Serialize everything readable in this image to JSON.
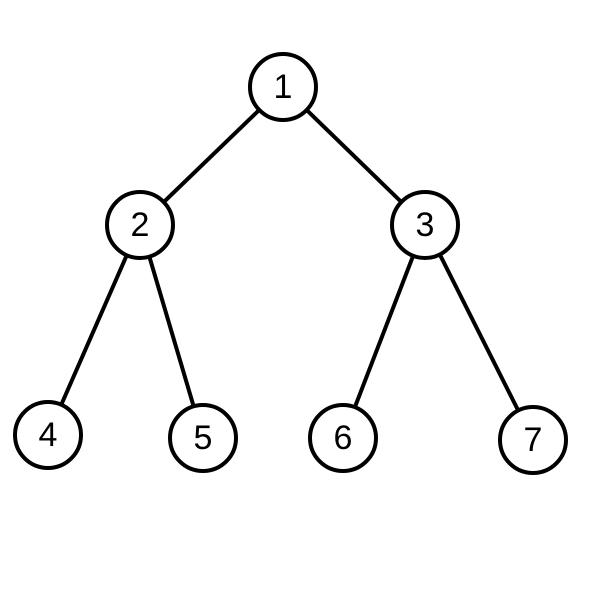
{
  "tree": {
    "nodes": [
      {
        "id": "1",
        "label": "1"
      },
      {
        "id": "2",
        "label": "2"
      },
      {
        "id": "3",
        "label": "3"
      },
      {
        "id": "4",
        "label": "4"
      },
      {
        "id": "5",
        "label": "5"
      },
      {
        "id": "6",
        "label": "6"
      },
      {
        "id": "7",
        "label": "7"
      }
    ],
    "edges": [
      {
        "from": "1",
        "to": "2"
      },
      {
        "from": "1",
        "to": "3"
      },
      {
        "from": "2",
        "to": "4"
      },
      {
        "from": "2",
        "to": "5"
      },
      {
        "from": "3",
        "to": "6"
      },
      {
        "from": "3",
        "to": "7"
      }
    ],
    "colors": {
      "line": "#000000",
      "fill": "#ffffff",
      "text": "#000000"
    }
  }
}
